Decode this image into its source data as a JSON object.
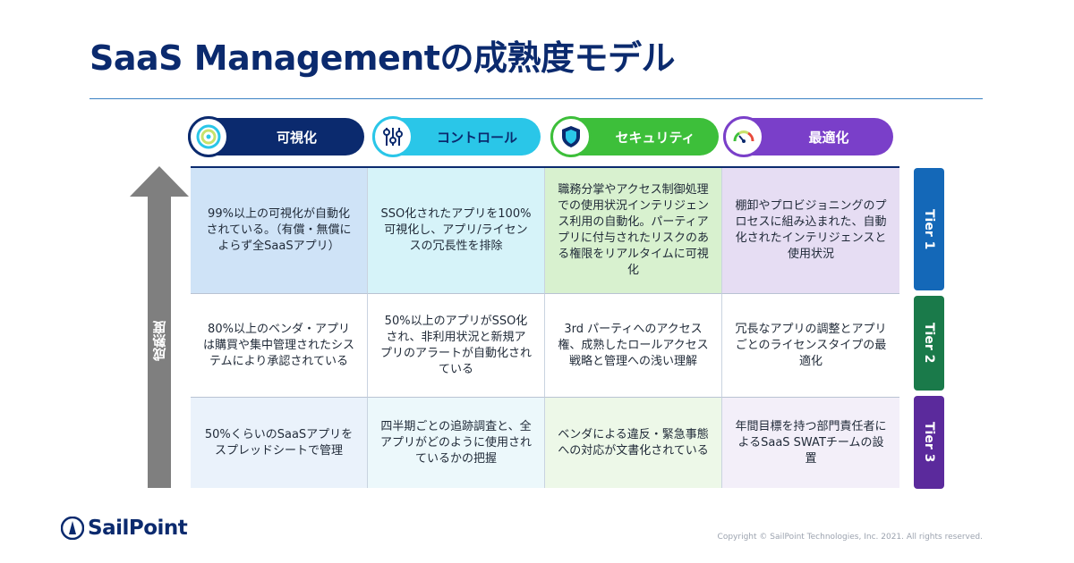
{
  "title": "SaaS Managementの成熟度モデル",
  "colors": {
    "navy": "#0b2a6e",
    "cyan": "#2ac6e8",
    "green": "#3dbf3a",
    "purple": "#7a3fc9",
    "row1_col1": "#cfe3f7",
    "row1_col2": "#d6f3f9",
    "row1_col3": "#d8f1cf",
    "row1_col4": "#e6ddf3",
    "tier1": "#1468b8",
    "tier2": "#1a7a4a",
    "tier3": "#5b2a9c",
    "arrow": "#7f7f7f"
  },
  "categories": [
    {
      "label": "可視化",
      "icon": "target-icon"
    },
    {
      "label": "コントロール",
      "icon": "sliders-icon"
    },
    {
      "label": "セキュリティ",
      "icon": "shield-icon"
    },
    {
      "label": "最適化",
      "icon": "gauge-icon"
    }
  ],
  "axis_label": "成熟度",
  "tiers": [
    "Tier 1",
    "Tier 2",
    "Tier 3"
  ],
  "rows": [
    [
      "99%以上の可視化が自動化されている。（有償・無償によらず全SaaSアプリ）",
      "SSO化されたアプリを100%可視化し、アプリ/ライセンスの冗長性を排除",
      "職務分掌やアクセス制御処理での使用状況インテリジェンス利用の自動化。パーティアプリに付与されたリスクのある権限をリアルタイムに可視化",
      "棚卸やプロビジョニングのプロセスに組み込まれた、自動化されたインテリジェンスと使用状況"
    ],
    [
      "80%以上のベンダ・アプリは購買や集中管理されたシステムにより承認されている",
      "50%以上のアプリがSSO化され、非利用状況と新規アプリのアラートが自動化されている",
      "3rd パーティへのアクセス権、成熟したロールアクセス戦略と管理への浅い理解",
      "冗長なアプリの調整とアプリごとのライセンスタイプの最適化"
    ],
    [
      "50%くらいのSaaSアプリをスプレッドシートで管理",
      "四半期ごとの追跡調査と、全アプリがどのように使用されているかの把握",
      "ベンダによる違反・緊急事態への対応が文書化されている",
      "年間目標を持つ部門責任者によるSaaS SWATチームの設置"
    ]
  ],
  "logo": "SailPoint",
  "copyright": "Copyright © SailPoint Technologies, Inc. 2021. All rights reserved."
}
